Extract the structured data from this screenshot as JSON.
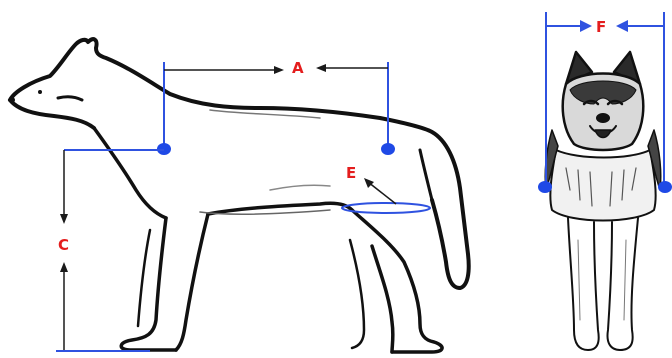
{
  "labels": {
    "a": "A",
    "c": "C",
    "e": "E",
    "f": "F"
  },
  "colors": {
    "measure_line": "#2f52e0",
    "dot": "#1f49e6",
    "arrow_black": "#1a1a1a",
    "label_red": "#e41d1d",
    "sketch": "#111111"
  },
  "figures": [
    "dog-side-sketch",
    "dog-front-sketch"
  ]
}
